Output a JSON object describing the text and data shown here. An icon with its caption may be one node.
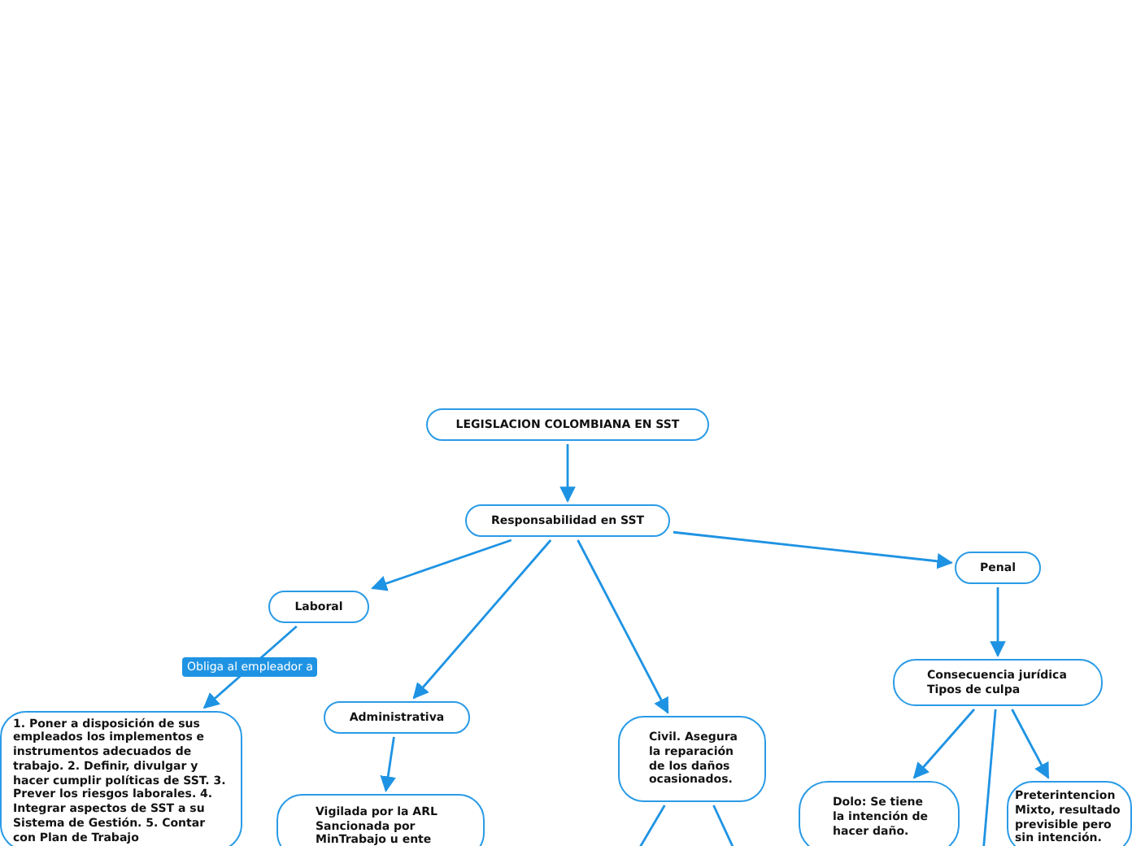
{
  "diagram": {
    "nodes": [
      {
        "text": [
          "LEGISLACION COLOMBIANA EN SST"
        ]
      },
      {
        "text": [
          "Responsabilidad en SST"
        ]
      },
      {
        "text": [
          "Laboral"
        ]
      },
      {
        "text": [
          "Administrativa"
        ]
      },
      {
        "text": [
          "Civil. Asegura la reparación de los daños ocasionados."
        ]
      },
      {
        "text": [
          "Penal"
        ]
      },
      {
        "text": [
          "1. Poner a disposición de sus empleados los implementos e instrumentos adecuados de trabajo. 2. Definir, divulgar y hacer cumplir políticas de SST. 3. Prever los riesgos laborales. 4. Integrar aspectos de SST a su Sistema de Gestión. 5. Contar con Plan de Trabajo"
        ]
      },
      {
        "text": [
          "Vigilada por la ARL Sancionada por MinTrabajo u ente"
        ]
      },
      {
        "text": [
          "Consecuencia jurídica Tipos de culpa"
        ]
      },
      {
        "text": [
          "Dolo: Se tiene la intención de hacer daño."
        ]
      },
      {
        "text": [
          "Preterintencion Mixto, resultado previsible pero sin intención."
        ]
      }
    ],
    "edges": [
      {
        "from": 0,
        "to": 1,
        "arrow": "to"
      },
      {
        "from": 1,
        "to": 2,
        "arrow": "to"
      },
      {
        "from": 1,
        "to": 3,
        "arrow": "to"
      },
      {
        "from": 1,
        "to": 4,
        "arrow": "to"
      },
      {
        "from": 1,
        "to": 5,
        "arrow": "to"
      },
      {
        "from": 2,
        "to": 6,
        "label": "Obliga al empleador a",
        "arrow": "to"
      },
      {
        "from": 3,
        "to": 7,
        "arrow": "to"
      },
      {
        "from": 5,
        "to": 8,
        "arrow": "to"
      },
      {
        "from": 8,
        "to": 9,
        "arrow": "to"
      },
      {
        "from": 8,
        "to": 10,
        "arrow": "to"
      },
      {
        "from": 4,
        "to": null,
        "arrow": "none"
      },
      {
        "from": 4,
        "to": null,
        "arrow": "none"
      },
      {
        "from": 8,
        "to": null,
        "arrow": "none"
      }
    ]
  }
}
